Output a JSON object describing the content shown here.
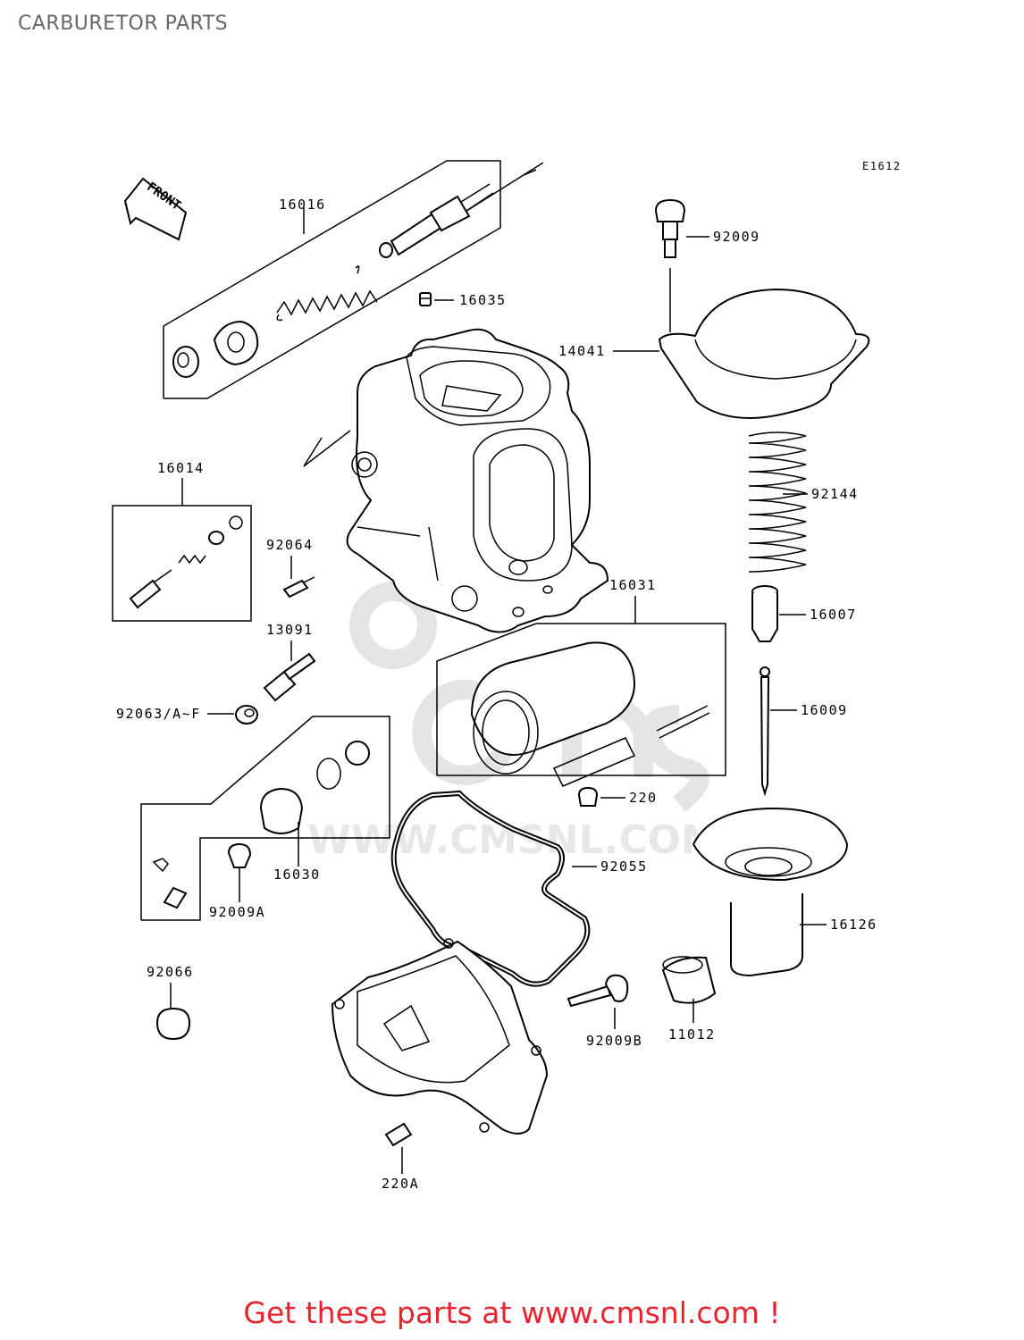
{
  "page": {
    "title": "CARBURETOR PARTS",
    "footer": "Get these parts at www.cmsnl.com !"
  },
  "diagram": {
    "code": "E1612",
    "front_label": "FRONT",
    "watermark": "WWW.CMSNL.COM",
    "watermark_logo": "cms",
    "colors": {
      "line": "#000000",
      "watermark": "#e7e7e7",
      "footer": "#e8232d",
      "title": "#666666"
    },
    "labels": {
      "p16016": "16016",
      "p16035": "16035",
      "p16014": "16014",
      "p92064": "92064",
      "p13091": "13091",
      "p92063": "92063/A~F",
      "p16030": "16030",
      "p92009a": "92009A",
      "p92066": "92066",
      "p220a": "220A",
      "p92009": "92009",
      "p14041": "14041",
      "p92144": "92144",
      "p16007": "16007",
      "p16009": "16009",
      "p16031": "16031",
      "p220": "220",
      "p92055": "92055",
      "p16126": "16126",
      "p92009b": "92009B",
      "p11012": "11012"
    }
  }
}
